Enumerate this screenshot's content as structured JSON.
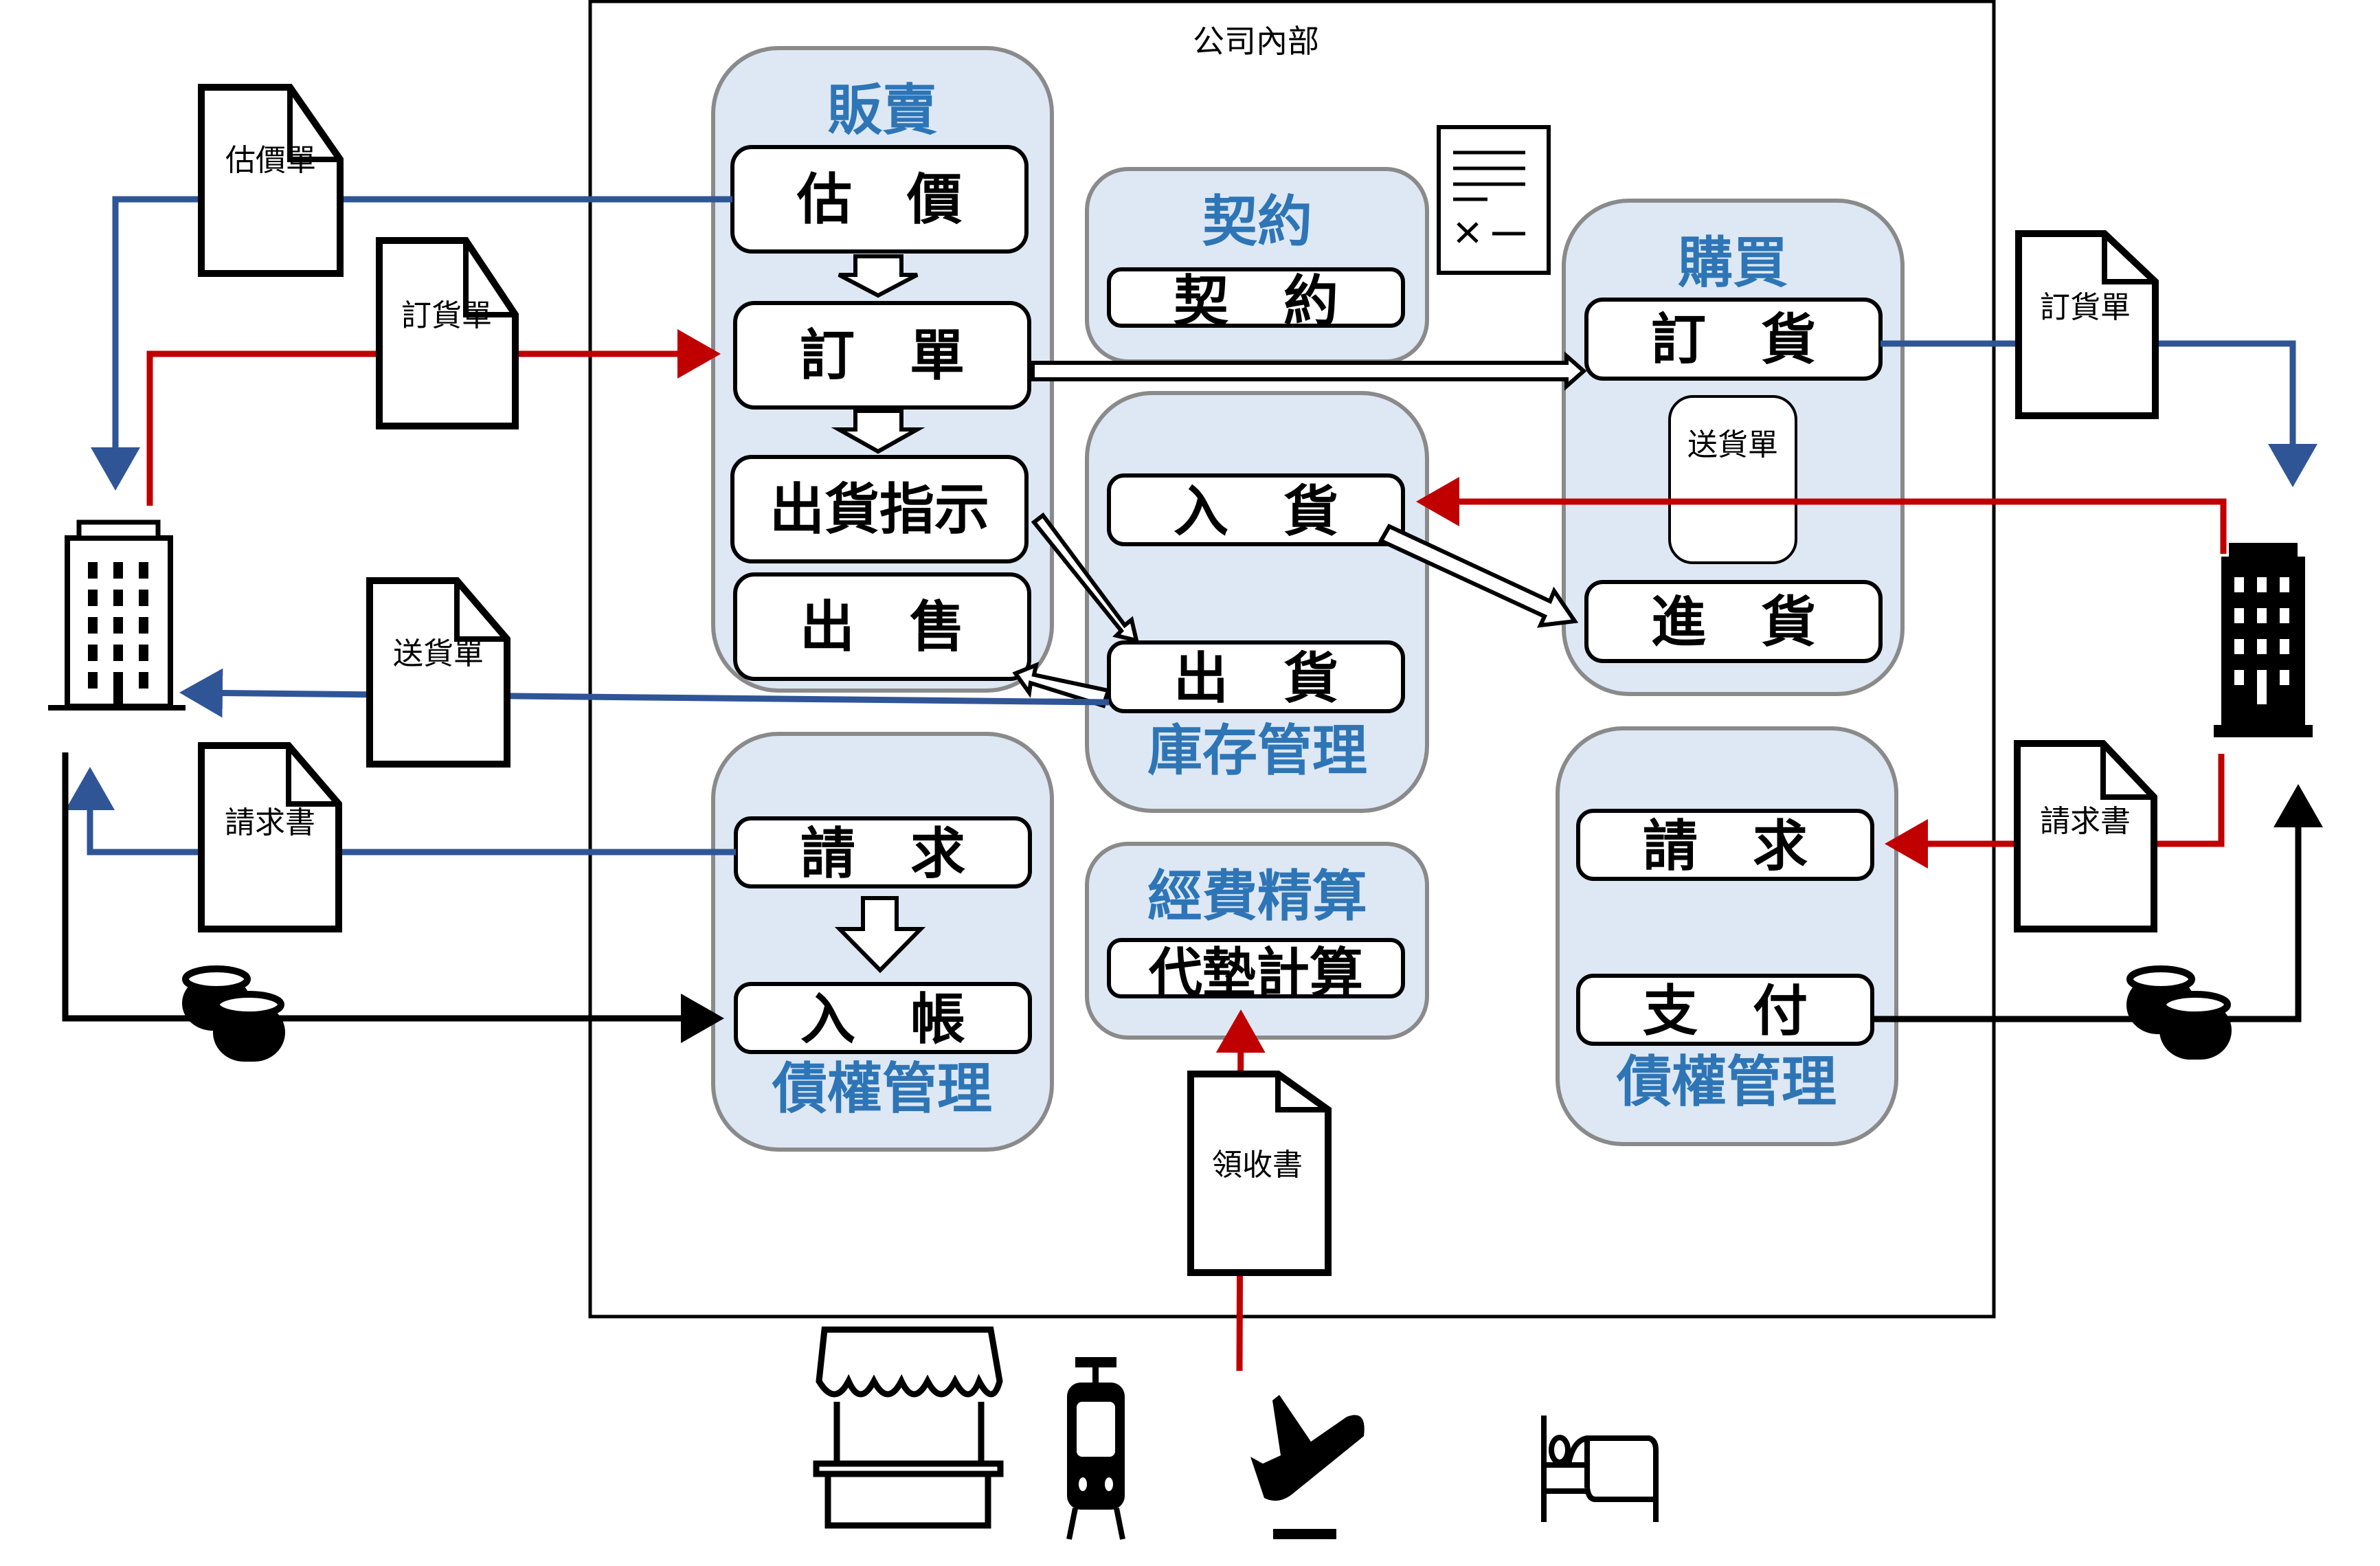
{
  "title": "公司內部",
  "colors": {
    "group_fill": "#dde8f4",
    "group_title": "#2e75b6",
    "flow_blue": "#2f5597",
    "flow_red": "#c00000",
    "flow_black": "#000000"
  },
  "groups": {
    "sales": {
      "title": "販賣",
      "items": [
        "估　價",
        "訂　單",
        "出貨指示",
        "出　售"
      ]
    },
    "contract": {
      "title": "契約",
      "items": [
        "契　約"
      ]
    },
    "inventory": {
      "title": "庫存管理",
      "items": [
        "入　貨",
        "出　貨"
      ]
    },
    "purchase": {
      "title": "購買",
      "items": [
        "訂　貨",
        "進　貨"
      ],
      "inner_doc": "送貨單"
    },
    "receivables": {
      "title": "債權管理",
      "items": [
        "請　求",
        "入　帳"
      ]
    },
    "expenses": {
      "title": "經費精算",
      "items": [
        "代墊計算"
      ]
    },
    "payables": {
      "title": "債權管理",
      "items": [
        "請　求",
        "支　付"
      ]
    }
  },
  "documents": {
    "customer_quote": "估價單",
    "customer_order": "訂貨單",
    "customer_delivery": "送貨單",
    "customer_invoice": "請求書",
    "supplier_order": "訂貨單",
    "supplier_invoice": "請求書",
    "receipt": "領收書"
  },
  "entities": {
    "customer": "customer-building-icon",
    "supplier": "supplier-building-icon",
    "expense_sources": [
      "shop-stall-icon",
      "train-icon",
      "airplane-icon",
      "hotel-bed-icon"
    ]
  }
}
